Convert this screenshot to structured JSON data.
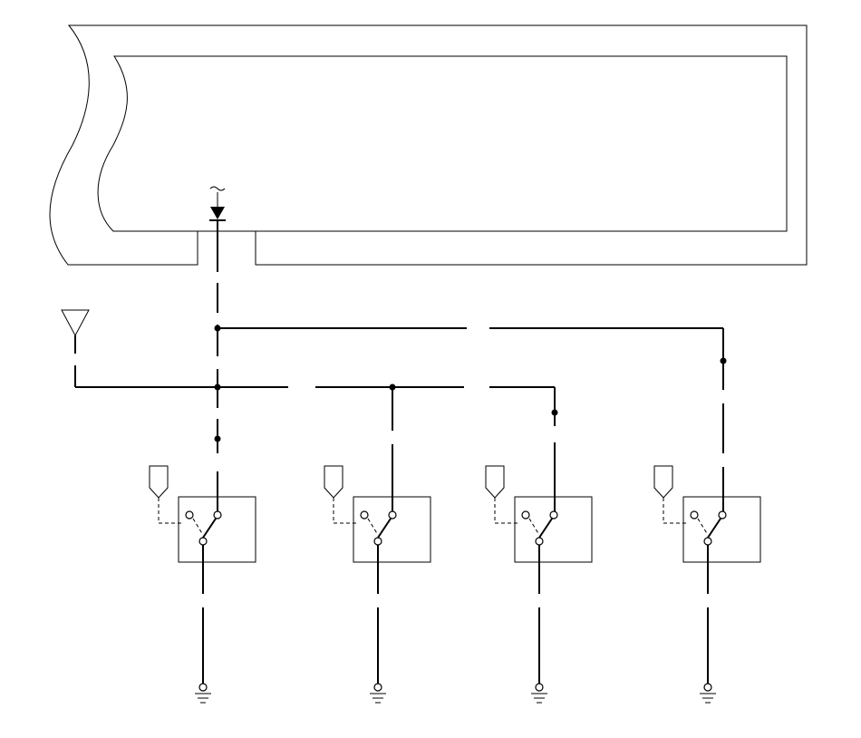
{
  "diagram": {
    "type": "wiring-schematic",
    "components": {
      "control_unit": {
        "icon": "control-unit-outline"
      },
      "diode": {
        "icon": "diode-symbol"
      },
      "antenna": {
        "icon": "antenna-triangle-symbol"
      },
      "switches": [
        {
          "id": "switch-1",
          "icon": "switch-symbol"
        },
        {
          "id": "switch-2",
          "icon": "switch-symbol"
        },
        {
          "id": "switch-3",
          "icon": "switch-symbol"
        },
        {
          "id": "switch-4",
          "icon": "switch-symbol"
        }
      ],
      "grounds": [
        {
          "id": "ground-1",
          "icon": "ground-symbol"
        },
        {
          "id": "ground-2",
          "icon": "ground-symbol"
        },
        {
          "id": "ground-3",
          "icon": "ground-symbol"
        },
        {
          "id": "ground-4",
          "icon": "ground-symbol"
        }
      ]
    },
    "colors": {
      "line": "#000000",
      "background": "#ffffff"
    }
  }
}
